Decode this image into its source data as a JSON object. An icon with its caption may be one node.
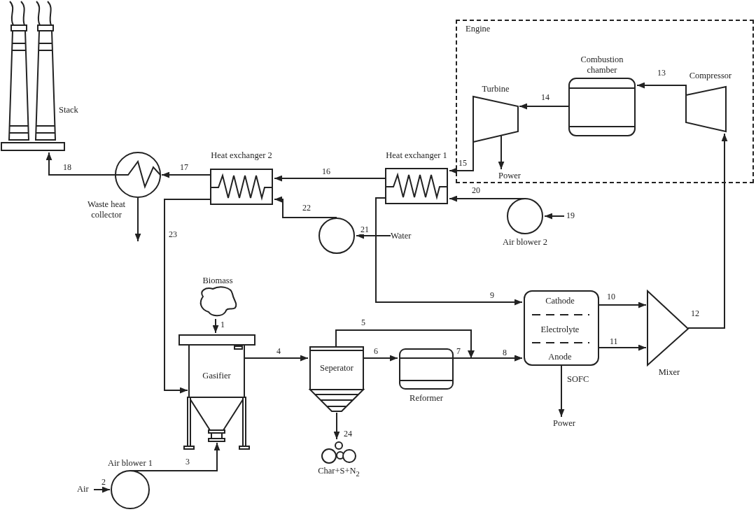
{
  "diagram": {
    "nodes": [
      {
        "text": [
          "Stack"
        ]
      },
      {
        "text": [
          "Waste heat collector"
        ]
      },
      {
        "text": [
          "Heat exchanger 2"
        ]
      },
      {
        "text": [
          "Heat exchanger 1"
        ]
      },
      {
        "text": [],
        "shape": "circle"
      },
      {
        "text": [
          "Water"
        ]
      },
      {
        "text": [
          "Air blower 2"
        ]
      },
      {
        "text": [
          "Engine"
        ]
      },
      {
        "text": [
          "Turbine"
        ],
        "in": 7
      },
      {
        "text": [
          "Combustion chamber"
        ],
        "in": 7
      },
      {
        "text": [
          "Compressor"
        ],
        "in": 7
      },
      {
        "text": [
          "Power"
        ],
        "in": 7
      },
      {
        "text": [
          "Biomass"
        ]
      },
      {
        "text": [
          "Gasifier"
        ]
      },
      {
        "text": [
          "Seperator"
        ]
      },
      {
        "text": [
          "Char+S+N$_{2}$"
        ]
      },
      {
        "text": [
          "Reformer"
        ]
      },
      {
        "text": [
          "Cathode",
          "Electrolyte",
          "Anode"
        ],
        "beside": [
          "SOFC"
        ]
      },
      {
        "text": [
          "Mixer"
        ]
      },
      {
        "text": [
          "Power"
        ]
      },
      {
        "text": [
          "Air blower 1"
        ]
      },
      {
        "text": [
          "Air"
        ]
      }
    ],
    "edges": [
      {
        "from": 12,
        "to": 13,
        "arrow": "to",
        "label": "1"
      },
      {
        "from": 21,
        "to": 20,
        "arrow": "to",
        "label": "2"
      },
      {
        "from": 20,
        "to": 13,
        "arrow": "to",
        "label": "3"
      },
      {
        "from": 13,
        "to": 14,
        "arrow": "to",
        "label": "4"
      },
      {
        "from": 14,
        "to": 17,
        "arrow": "to",
        "label": "5"
      },
      {
        "from": 14,
        "to": 16,
        "arrow": "to",
        "label": "6"
      },
      {
        "from": 16,
        "to": 17,
        "arrow": "to",
        "label": "7"
      },
      {
        "from": 3,
        "to": 17,
        "arrow": "to",
        "label": "9"
      },
      {
        "from": 17,
        "to": 18,
        "arrow": "to",
        "label": "10"
      },
      {
        "from": 17,
        "to": 18,
        "arrow": "to",
        "label": "11"
      },
      {
        "from": 18,
        "to": 10,
        "arrow": "to",
        "label": "12"
      },
      {
        "from": 10,
        "to": 9,
        "arrow": "to",
        "label": "13"
      },
      {
        "from": 9,
        "to": 8,
        "arrow": "to",
        "label": "14"
      },
      {
        "from": 8,
        "to": 3,
        "arrow": "to",
        "label": "15"
      },
      {
        "from": 3,
        "to": 2,
        "arrow": "to",
        "label": "16"
      },
      {
        "from": 2,
        "to": 1,
        "arrow": "to",
        "label": "17"
      },
      {
        "from": 1,
        "to": 0,
        "arrow": "to",
        "label": "18"
      },
      {
        "from": null,
        "to": 6,
        "arrow": "to",
        "label": "19"
      },
      {
        "from": 6,
        "to": 3,
        "arrow": "to",
        "label": "20"
      },
      {
        "from": 5,
        "to": 4,
        "arrow": "to",
        "label": "21"
      },
      {
        "from": 4,
        "to": 2,
        "arrow": "to",
        "label": "22"
      },
      {
        "from": 2,
        "to": 13,
        "arrow": "to",
        "label": "23"
      },
      {
        "from": 14,
        "to": 15,
        "arrow": "to",
        "label": "24"
      },
      {
        "from": 8,
        "to": 11,
        "arrow": "to"
      },
      {
        "from": 17,
        "to": 19,
        "arrow": "to"
      },
      {
        "from": 1,
        "to": null,
        "arrow": "to"
      }
    ],
    "labels": [
      "8"
    ]
  }
}
